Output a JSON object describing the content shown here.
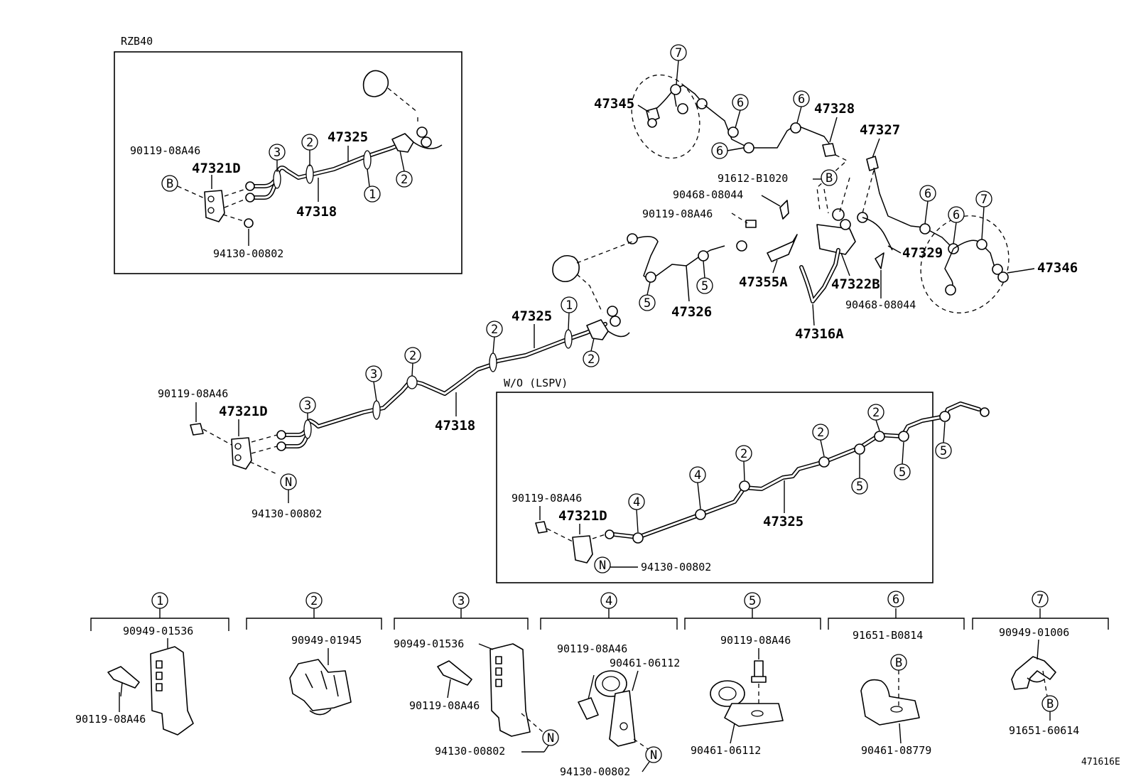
{
  "sections": {
    "rzb40": "RZB40",
    "wo_lspv": "W/O (LSPV)"
  },
  "labels": {
    "p47345": "47345",
    "p47328": "47328",
    "p47327": "47327",
    "p91612": "91612-B1020",
    "p90468a": "90468-08044",
    "p90119_mid": "90119-08A46",
    "p47329": "47329",
    "p47346": "47346",
    "p47355a": "47355A",
    "p47322b": "47322B",
    "p90468b": "90468-08044",
    "p47316a": "47316A",
    "p47326": "47326",
    "p47325_main": "47325",
    "p47318_main": "47318",
    "p90119_main": "90119-08A46",
    "p47321d_main": "47321D",
    "p94130_main": "94130-00802",
    "rzb_90119": "90119-08A46",
    "rzb_47321d": "47321D",
    "rzb_47325": "47325",
    "rzb_47318": "47318",
    "rzb_94130": "94130-00802",
    "wo_90119": "90119-08A46",
    "wo_47321d": "47321D",
    "wo_47325": "47325",
    "wo_94130": "94130-00802",
    "d1_clamp": "90949-01536",
    "d1_bolt": "90119-08A46",
    "d2_clamp": "90949-01945",
    "d3_clamp": "90949-01536",
    "d3_bolt": "90119-08A46",
    "d3_nut": "94130-00802",
    "d4_bolt": "90119-08A46",
    "d4_clamp": "90461-06112",
    "d4_nut": "94130-00802",
    "d5_bolt": "90119-08A46",
    "d5_clamp": "90461-06112",
    "d6_bolt": "91651-B0814",
    "d6_clamp": "90461-08779",
    "d7_clamp": "90949-01006",
    "d7_bolt": "91651-60614"
  },
  "detail_headers": [
    "1",
    "2",
    "3",
    "4",
    "5",
    "6",
    "7"
  ],
  "callouts": {
    "one": "1",
    "two": "2",
    "three": "3",
    "four": "4",
    "five": "5",
    "six": "6",
    "seven": "7",
    "b": "B",
    "n": "N"
  },
  "figure_code": "471616E"
}
